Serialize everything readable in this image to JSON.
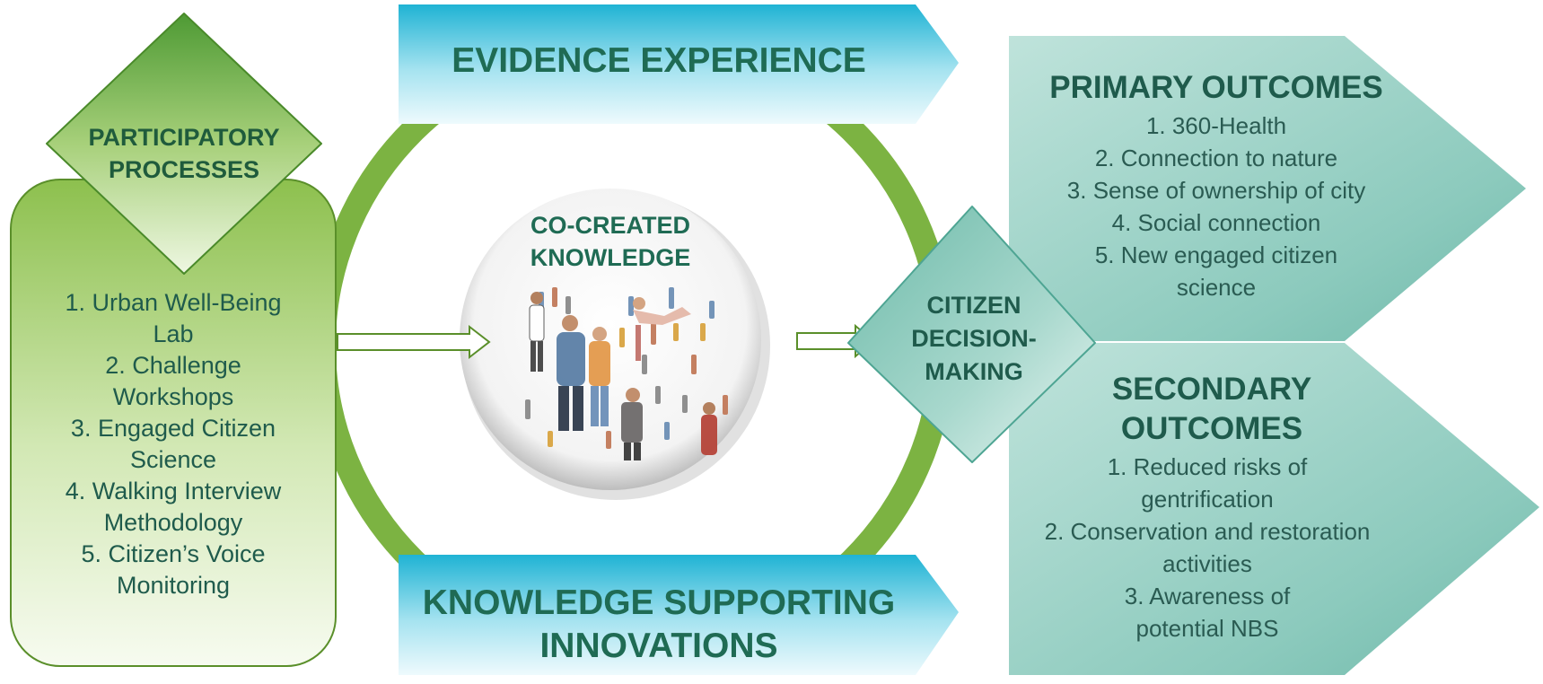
{
  "colors": {
    "green_ring": "#7cb342",
    "teal_text": "#1f6b54",
    "arrow_blue": "#29b6d6",
    "outcome_teal": "#7fc4b6"
  },
  "evidence": {
    "label": "EVIDENCE EXPERIENCE"
  },
  "knowledge": {
    "line1": "KNOWLEDGE SUPPORTING",
    "line2": "INNOVATIONS"
  },
  "participatory": {
    "title_line1": "PARTICIPATORY",
    "title_line2": "PROCESSES",
    "items": [
      "1. Urban Well-Being",
      "Lab",
      "2. Challenge",
      "Workshops",
      "3. Engaged Citizen",
      "Science",
      "4. Walking Interview",
      "Methodology",
      "5. Citizen’s Voice",
      "Monitoring"
    ]
  },
  "center": {
    "line1": "CO-CREATED",
    "line2": "KNOWLEDGE"
  },
  "decision": {
    "line1": "CITIZEN",
    "line2": "DECISION-",
    "line3": "MAKING"
  },
  "primary": {
    "title": "PRIMARY OUTCOMES",
    "items": [
      "1. 360-Health",
      "2. Connection to nature",
      "3. Sense of ownership of city",
      "4. Social connection",
      "5. New engaged citizen",
      "science"
    ]
  },
  "secondary": {
    "title_line1": "SECONDARY",
    "title_line2": "OUTCOMES",
    "items": [
      "1. Reduced risks of",
      "gentrification",
      "2. Conservation and restoration",
      "activities",
      "3. Awareness of",
      "potential NBS"
    ]
  }
}
